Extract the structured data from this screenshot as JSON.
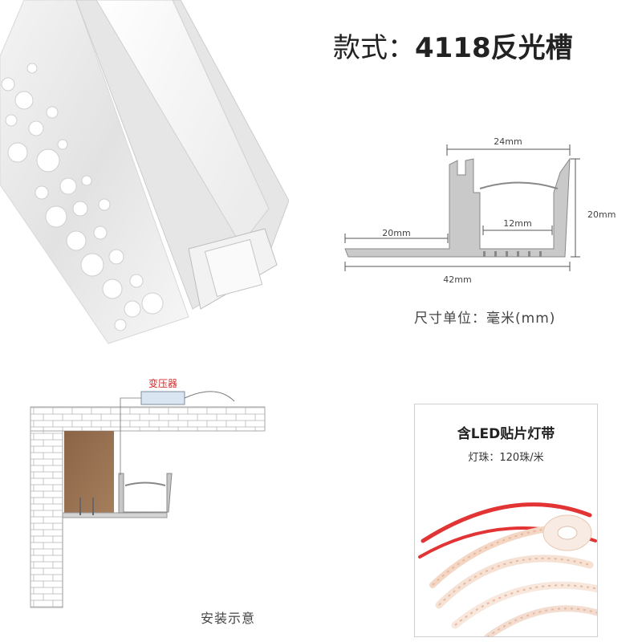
{
  "title": {
    "label": "款式：",
    "value": "4118反光槽"
  },
  "dimensions": {
    "top_width": "24mm",
    "height": "20mm",
    "inner_width": "12mm",
    "flange_width": "20mm",
    "total_width": "42mm"
  },
  "unit_note": "尺寸单位：毫米(mm)",
  "install": {
    "transformer_label": "变压器",
    "caption": "安装示意",
    "label_color": "#d42a2a"
  },
  "led_card": {
    "title": "含LED贴片灯带",
    "subtitle": "灯珠：120珠/米",
    "strip_color": "#e23434"
  }
}
